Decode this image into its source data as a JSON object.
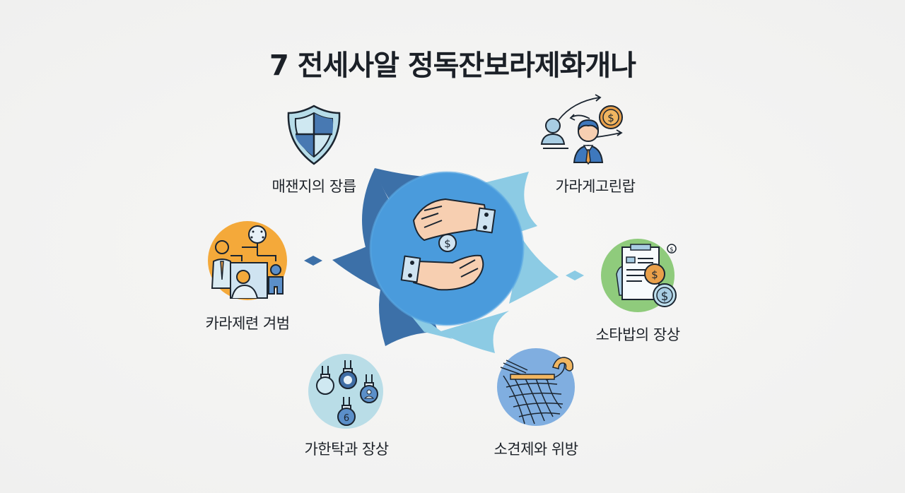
{
  "title": "7 전세사알 정독잔보라제화개나",
  "center": {
    "icon": "hands-money-exchange-icon",
    "colors": {
      "dark_blue": "#3a6ea5",
      "mid_blue": "#4c9ad9",
      "light_blue": "#8ccbe4",
      "skin": "#f7cfb1"
    }
  },
  "nodes": [
    {
      "id": "security",
      "label": "매잰지의 장릅",
      "icon": "shield-icon",
      "color": "#9fcfe0"
    },
    {
      "id": "broker",
      "label": "가라게고린랍",
      "icon": "businessman-money-flow-icon",
      "color": "#5b8fc9"
    },
    {
      "id": "organization",
      "label": "카라제련 겨범",
      "icon": "org-chart-people-icon",
      "color": "#f4a93a"
    },
    {
      "id": "contract",
      "label": "소타밥의 장상",
      "icon": "document-coins-icon",
      "color": "#8fcb7c"
    },
    {
      "id": "locks",
      "label": "가한탁과 장상",
      "icon": "hanging-locks-icon",
      "color": "#b9dde7"
    },
    {
      "id": "net",
      "label": "소견제와 위방",
      "icon": "net-hook-icon",
      "color": "#80aee0"
    }
  ]
}
